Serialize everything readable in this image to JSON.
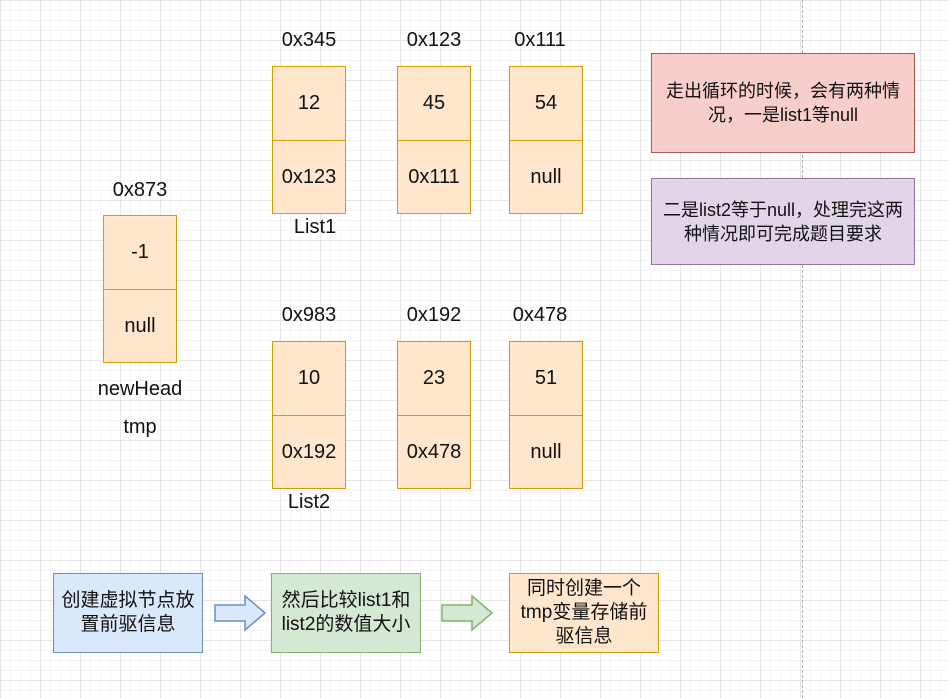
{
  "list1": {
    "label": "List1",
    "nodes": [
      {
        "addr": "0x345",
        "val": "12",
        "next": "0x123"
      },
      {
        "addr": "0x123",
        "val": "45",
        "next": "0x111"
      },
      {
        "addr": "0x111",
        "val": "54",
        "next": "null"
      }
    ]
  },
  "list2": {
    "label": "List2",
    "nodes": [
      {
        "addr": "0x983",
        "val": "10",
        "next": "0x192"
      },
      {
        "addr": "0x192",
        "val": "23",
        "next": "0x478"
      },
      {
        "addr": "0x478",
        "val": "51",
        "next": "null"
      }
    ]
  },
  "head": {
    "addr": "0x873",
    "val": "-1",
    "next": "null",
    "label1": "newHead",
    "label2": "tmp"
  },
  "notes": {
    "red": "走出循环的时候，会有两种情况，一是list1等null",
    "purple": "二是list2等于null，处理完这两种情况即可完成题目要求"
  },
  "flow": [
    "创建虚拟节点放置前驱信息",
    "然后比较list1和list2的数值大小",
    "同时创建一个tmp变量存储前驱信息"
  ],
  "colors": {
    "node_fill": "#ffe6cc",
    "node_stroke": "#d79b00",
    "red_fill": "#f8cecc",
    "red_stroke": "#b85450",
    "purple_fill": "#e1d5e7",
    "purple_stroke": "#9673a6",
    "blue_fill": "#dae8fc",
    "blue_stroke": "#6c8ebf",
    "green_fill": "#d5e8d4",
    "green_stroke": "#82b366"
  }
}
